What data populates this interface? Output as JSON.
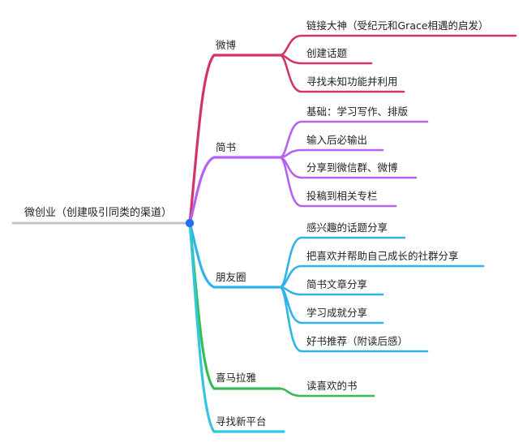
{
  "colors": {
    "root_line": "#c4c4c4",
    "hub": "#2a6ff0",
    "weibo": "#d1346a",
    "jianshu": "#b562f0",
    "pengyouquan": "#2fb3e8",
    "ximalaya": "#37bd57",
    "xunzhao": "#33c6e0"
  },
  "root": {
    "label": "微创业（创建吸引同类的渠道）"
  },
  "branches": [
    {
      "key": "weibo",
      "label": "微博",
      "color_key": "weibo",
      "children": [
        {
          "label": "链接大神（受纪元和Grace相遇的启发）"
        },
        {
          "label": "创建话题"
        },
        {
          "label": "寻找未知功能并利用"
        }
      ]
    },
    {
      "key": "jianshu",
      "label": "简书",
      "color_key": "jianshu",
      "children": [
        {
          "label": "基础：学习写作、排版"
        },
        {
          "label": "输入后必输出"
        },
        {
          "label": "分享到微信群、微博"
        },
        {
          "label": "投稿到相关专栏"
        }
      ]
    },
    {
      "key": "pengyouquan",
      "label": "朋友圈",
      "color_key": "pengyouquan",
      "children": [
        {
          "label": "感兴趣的话题分享"
        },
        {
          "label": "把喜欢并帮助自己成长的社群分享"
        },
        {
          "label": "简书文章分享"
        },
        {
          "label": "学习成就分享"
        },
        {
          "label": "好书推荐（附读后感）"
        }
      ]
    },
    {
      "key": "ximalaya",
      "label": "喜马拉雅",
      "color_key": "ximalaya",
      "children": [
        {
          "label": "读喜欢的书"
        }
      ]
    },
    {
      "key": "xunzhao",
      "label": "寻找新平台",
      "color_key": "xunzhao",
      "children": []
    }
  ]
}
